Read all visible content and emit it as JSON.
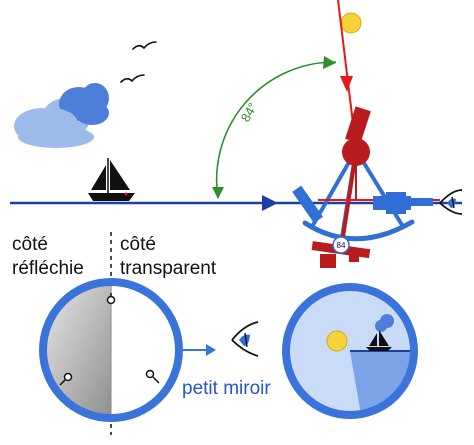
{
  "angle_label": "84°",
  "angle_label_small": "84",
  "labels": {
    "reflective_side_1": "côté",
    "reflective_side_2": "réfléchie",
    "transparent_side_1": "côté",
    "transparent_side_2": "transparent",
    "small_mirror": "petit miroir"
  },
  "colors": {
    "horizon": "#1d3fa8",
    "sun_ray": "#e21a1a",
    "instrument_blue": "#2f6fd6",
    "instrument_red": "#b81c1c",
    "arc_green": "#2f8f2f",
    "sun": "#f7d33a",
    "cloud": "#6c9be0",
    "label_blue": "#2455c9"
  }
}
